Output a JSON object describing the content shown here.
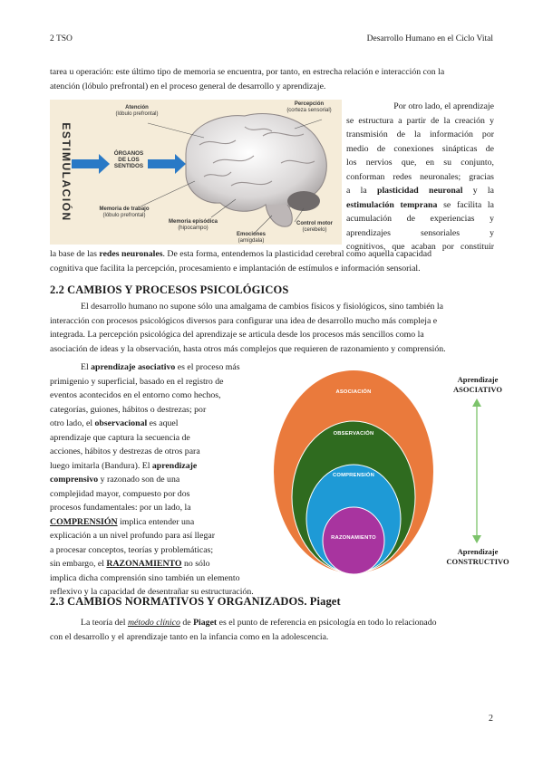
{
  "header": {
    "left": "2 TSO",
    "right": "Desarrollo Humano en el Ciclo Vital"
  },
  "intro": {
    "line1": "tarea u operación: este último tipo de memoria se encuentra, por tanto, en estrecha relación e interacción con la",
    "line2": "atención (lóbulo prefrontal) en el proceso general de desarrollo y aprendizaje."
  },
  "brain_figure": {
    "side_title": "ESTIMULACIÓN",
    "organs_label": "ÓRGANOS DE LOS SENTIDOS",
    "atencion": "Atención",
    "atencion_sub": "(lóbulo prefrontal)",
    "percepcion": "Percepción",
    "percepcion_sub": "(corteza sensorial)",
    "memoria_trabajo": "Memoria de trabajo",
    "memoria_trabajo_sub": "(lóbulo prefrontal)",
    "memoria_episodica": "Memoria episódica",
    "memoria_episodica_sub": "(hipocampo)",
    "emociones": "Emociones",
    "emociones_sub": "(amígdala)",
    "control_motor": "Control motor",
    "control_motor_sub": "(cerebelo)"
  },
  "right_para": {
    "l1": "Por otro lado, el aprendizaje",
    "l2": "se estructura a partir de la creación y",
    "l3": "transmisión de la información por",
    "l4": "medio de conexiones sinápticas de",
    "l5": "los nervios que, en su conjunto,",
    "l6": "conforman redes neuronales; gracias",
    "l7a": "a la ",
    "l7b": "plasticidad neuronal",
    "l7c": " y la",
    "l8a": "estimulación temprana",
    "l8b": " se facilita la",
    "l9": "acumulación de experiencias y",
    "l10": "aprendizajes sensoriales y",
    "l11": "cognitivos, que acaban por constituir"
  },
  "after_fig": {
    "l1a": "la base de las ",
    "l1b": "redes neuronales",
    "l1c": ". De esta forma, entendemos la plasticidad cerebral como aquella capacidad",
    "l2": "cognitiva que facilita la percepción, procesamiento e implantación de estímulos e información sensorial."
  },
  "section_22": {
    "title": "2.2 CAMBIOS Y PROCESOS PSICOLÓGICOS",
    "l1": "El desarrollo humano no supone sólo una amalgama de cambios físicos y fisiológicos, sino también la",
    "l2": "interacción con procesos psicológicos diversos para configurar una idea de desarrollo mucho más compleja e",
    "l3": "integrada. La percepción psicológica del aprendizaje se articula desde los procesos más sencillos como la",
    "l4": "asociación de ideas y la observación, hasta otros más complejos que requieren de razonamiento y comprensión."
  },
  "left_para": {
    "l1a": "El ",
    "l1b": "aprendizaje asociativo",
    "l1c": " es el proceso más",
    "l2": "primigenio y superficial, basado en el registro de",
    "l3": "eventos acontecidos en el entorno como hechos,",
    "l4": "categorías, guiones, hábitos o destrezas; por",
    "l5a": "otro lado, el ",
    "l5b": "observacional",
    "l5c": " es aquel",
    "l6": "aprendizaje que captura la secuencia de",
    "l7": "acciones, hábitos y destrezas de otros para",
    "l8a": "luego imitarla (Bandura). El ",
    "l8b": "aprendizaje",
    "l9a": "comprensivo",
    "l9b": " y razonado son de una",
    "l10": "complejidad mayor, compuesto por dos",
    "l11": "procesos fundamentales: por un lado, la",
    "l12a": "COMPRENSIÓN",
    "l12b": " implica entender una",
    "l13": "explicación a un nivel profundo para así llegar",
    "l14": "a procesar conceptos, teorías y problemáticas;",
    "l15a": "sin embargo, el ",
    "l15b": "RAZONAMIENTO",
    "l15c": " no sólo",
    "l16": "implica dicha comprensión sino también un elemento",
    "l17": "reflexivo y la capacidad de desentrañar su estructuración."
  },
  "circles": {
    "ring1": "ASOCIACIÓN",
    "ring2": "OBSERVACIÓN",
    "ring3": "COMPRENSIÓN",
    "ring4": "RAZONAMIENTO",
    "colors": {
      "ring1": "#ea7a3c",
      "ring2": "#2f6b1f",
      "ring3": "#1e9ad6",
      "ring4": "#a8349f"
    }
  },
  "side_labels": {
    "top_a": "Aprendizaje",
    "top_b": "ASOCIATIVO",
    "bottom_a": "Aprendizaje",
    "bottom_b": "CONSTRUCTIVO",
    "arrow_color": "#7cc36b"
  },
  "section_23": {
    "title": "2.3 CAMBIOS NORMATIVOS Y ORGANIZADOS. Piaget",
    "l1a": "La teoría del ",
    "l1b": "método clínico",
    "l1c": " de ",
    "l1d": "Piaget",
    "l1e": " es el punto de referencia en psicología en todo lo relacionado",
    "l2": "con el desarrollo y el aprendizaje tanto en la infancia como en la adolescencia."
  },
  "footer": {
    "page_number": "2"
  }
}
